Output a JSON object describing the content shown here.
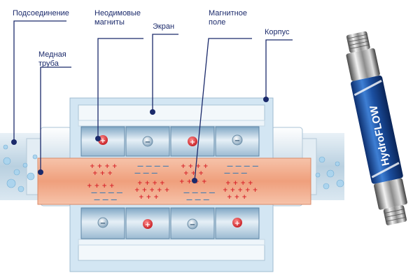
{
  "labels": {
    "connection": "Подсоединение",
    "copper_pipe": [
      "Медная",
      "труба"
    ],
    "neodymium_magnets": [
      "Неодимовые",
      "магниты"
    ],
    "screen": "Экран",
    "magnetic_field": [
      "Магнитное",
      "поле"
    ],
    "housing": "Корпус"
  },
  "product": {
    "brand": "HydroFLOW"
  },
  "magnet_signs": {
    "top": [
      "+",
      "−",
      "+",
      "−"
    ],
    "bottom": [
      "−",
      "+",
      "−",
      "+"
    ]
  },
  "colors": {
    "label_text": "#1b2a6b",
    "leader_line": "#1b2a6b",
    "pipe_copper": "#f0a886",
    "housing": "#cfe4f2",
    "plus": "#d8262c",
    "minus": "#4a7fb0"
  }
}
